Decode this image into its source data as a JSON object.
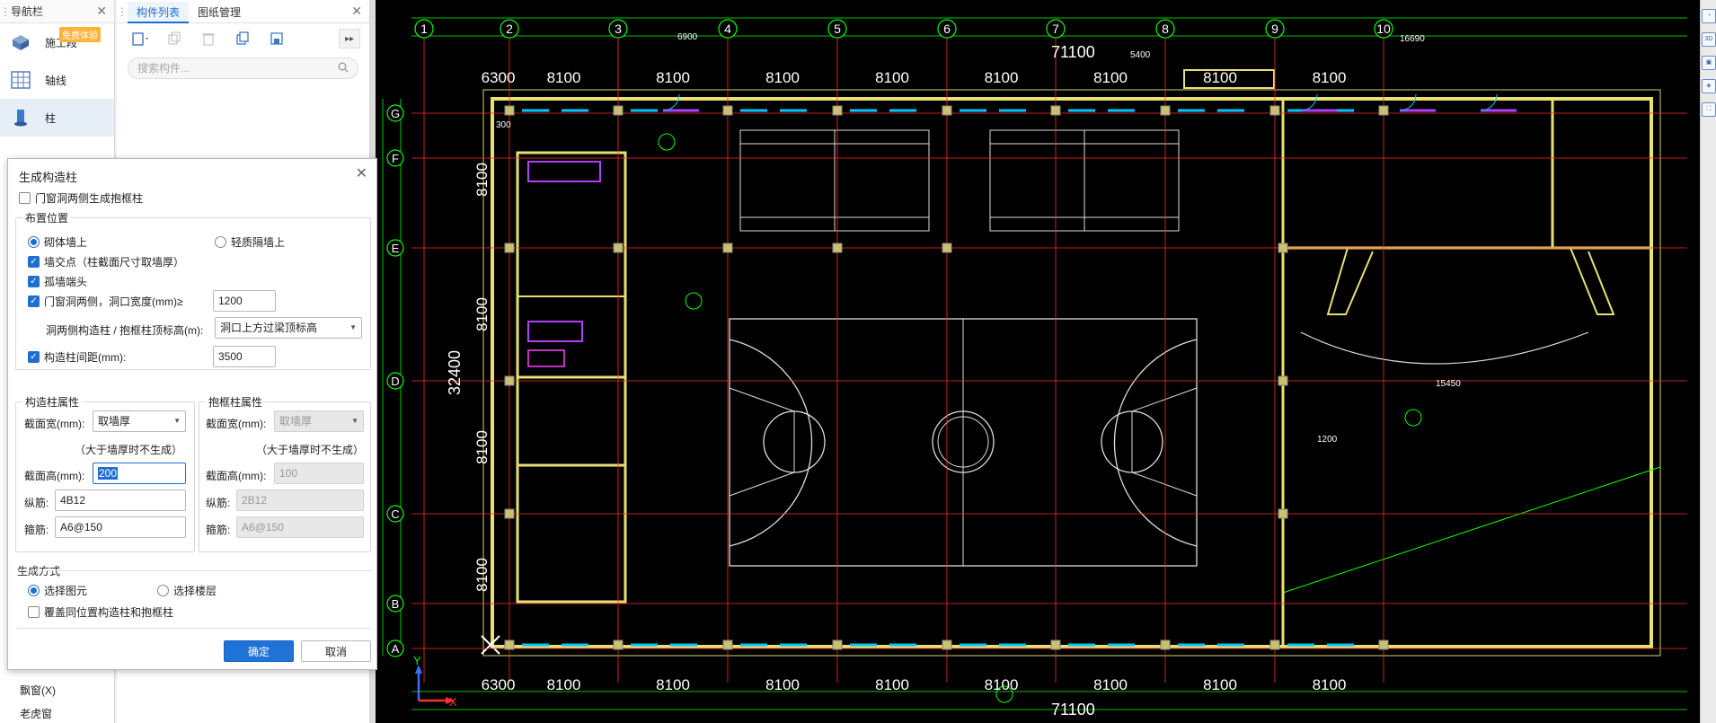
{
  "nav": {
    "title": "导航栏",
    "items": [
      {
        "label": "施工段",
        "badge": "免费体验"
      },
      {
        "label": "轴线"
      },
      {
        "label": "柱"
      }
    ],
    "bottom_items": [
      "飘窗(X)",
      "老虎窗"
    ]
  },
  "component_panel": {
    "tabs": [
      "构件列表",
      "图纸管理"
    ],
    "search_placeholder": "搜索构件..."
  },
  "dialog": {
    "title": "生成构造柱",
    "opening_both_sides_label": "门窗洞两侧生成抱框柱",
    "layout_group": "布置位置",
    "on_masonry_wall": "砌体墙上",
    "on_light_partition": "轻质隔墙上",
    "wall_intersection": "墙交点（柱截面尺寸取墙厚）",
    "isolated_wall_end": "孤墙端头",
    "opening_width_label": "门窗洞两侧，洞口宽度(mm)≥",
    "opening_width_value": "1200",
    "top_elev_label": "洞两侧构造柱 / 抱框柱顶标高(m):",
    "top_elev_value": "洞口上方过梁顶标高",
    "spacing_label": "构造柱间距(mm):",
    "spacing_value": "3500",
    "col_group": "构造柱属性",
    "col_width_label": "截面宽(mm):",
    "col_width_value": "取墙厚",
    "col_note": "（大于墙厚时不生成）",
    "col_height_label": "截面高(mm):",
    "col_height_value": "200",
    "col_long_label": "纵筋:",
    "col_long_value": "4B12",
    "col_stirrup_label": "箍筋:",
    "col_stirrup_value": "A6@150",
    "frame_group": "抱框柱属性",
    "frame_width_label": "截面宽(mm):",
    "frame_width_value": "取墙厚",
    "frame_note": "（大于墙厚时不生成）",
    "frame_height_label": "截面高(mm):",
    "frame_height_value": "100",
    "frame_long_label": "纵筋:",
    "frame_long_value": "2B12",
    "frame_stirrup_label": "箍筋:",
    "frame_stirrup_value": "A6@150",
    "mode_label": "生成方式",
    "mode_select_element": "选择图元",
    "mode_select_floor": "选择楼层",
    "overwrite_label": "覆盖同位置构造柱和抱框柱",
    "ok": "确定",
    "cancel": "取消"
  },
  "cad": {
    "top_total": "71100",
    "bottom_total": "71100",
    "top_spans": [
      "6300",
      "8100",
      "8100",
      "8100",
      "8100",
      "8100",
      "8100",
      "8100",
      "8100"
    ],
    "bottom_spans": [
      "6300",
      "8100",
      "8100",
      "8100",
      "8100",
      "8100",
      "8100",
      "8100",
      "8100"
    ],
    "left_total": "32400",
    "left_spans": [
      "8100",
      "8100",
      "8100",
      "8100"
    ],
    "column_axes": [
      "1",
      "2",
      "3",
      "4",
      "5",
      "6",
      "7",
      "8",
      "9",
      "10"
    ],
    "row_axes": [
      "G",
      "F",
      "E",
      "D",
      "C",
      "B",
      "A"
    ],
    "misc_dims": [
      "6900",
      "5400",
      "300",
      "1200",
      "15450",
      "16690"
    ],
    "axis_label_x": "X",
    "axis_label_y": "Y",
    "colors": {
      "axis_bubble": "#00ff00",
      "grid_line": "#ff2a2a",
      "wall": "#e8e070",
      "text": "#ffffff",
      "dim": "#00ff00",
      "window": "#00c8ff",
      "door": "#b040ff"
    }
  }
}
